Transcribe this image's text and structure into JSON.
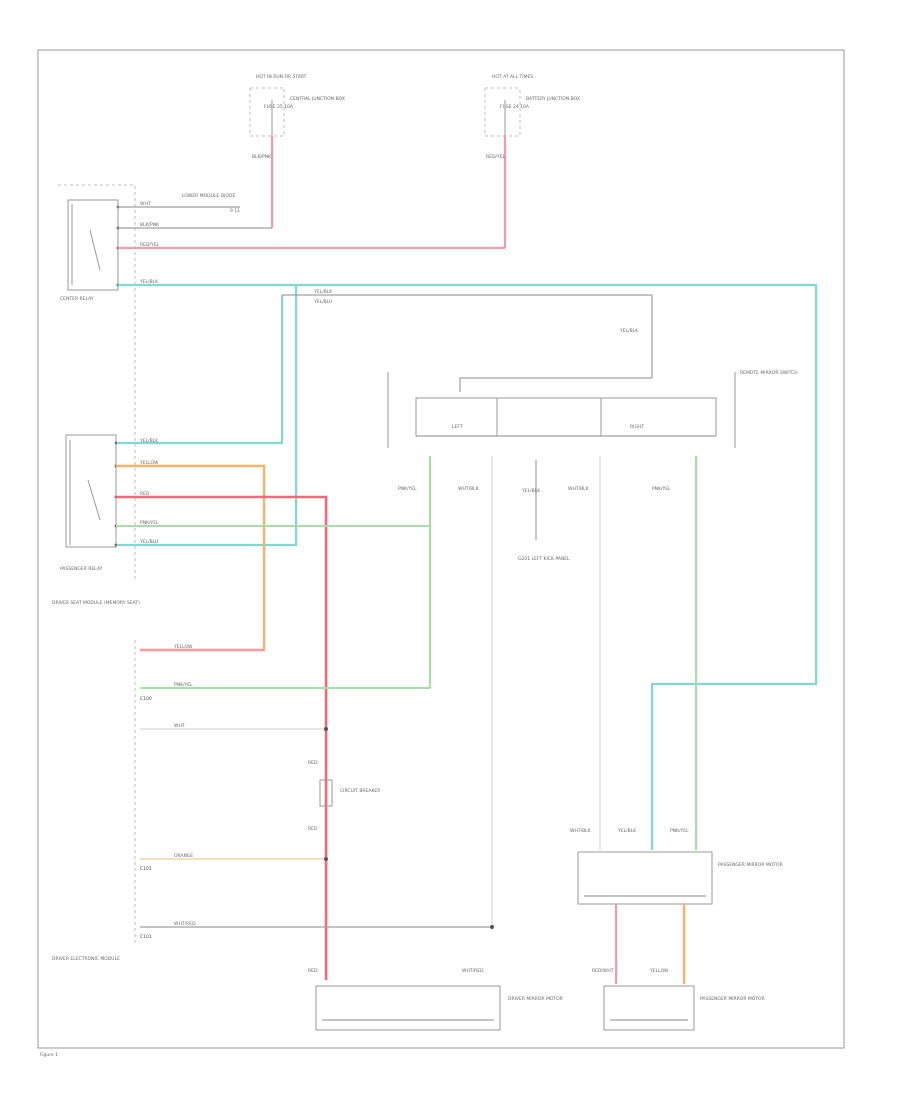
{
  "diagram": {
    "labels": {
      "fuse_left_hdr": "HOT IN RUN OR START",
      "fuse_left_name": "FUSE 25 10A",
      "fuse_left_desc": "CENTRAL JUNCTION BOX",
      "fuse_right_hdr": "HOT AT ALL TIMES",
      "fuse_right_name": "FUSE 24 10A",
      "fuse_right_desc": "BATTERY JUNCTION BOX",
      "wire_blk_pink": "BLK/PNK",
      "wire_red_yel": "RED/YEL",
      "diode": "LOWER MODULE DIODE",
      "diode_sub": "9 11",
      "relay1": "CENTER RELAY",
      "relay2": "PASSENGER RELAY",
      "mirror_switch": "REMOTE MIRROR SWITCH",
      "left": "LEFT",
      "right": "RIGHT",
      "ground_lbl": "G201 LEFT KICK PANEL",
      "module_main": "DRIVER SEAT MODULE (MEMORY SEAT)",
      "module_bottom": "DRIVER ELECTRONIC MODULE",
      "heater_fuse": "CIRCUIT BREAKER",
      "pass_connector": "PASSENGER MIRROR MOTOR",
      "driver_motor": "DRIVER MIRROR MOTOR",
      "pass_motor": "PASSENGER MIRROR MOTOR",
      "footer": "Figure 1"
    },
    "wires": {
      "yel_blk": "YEL/BLK",
      "yel_blk2": "YEL/BLK",
      "yel_blu": "YEL/BLU",
      "yellow": "YELLOW",
      "red": "RED",
      "pnk_yel": "PNK/YEL",
      "wht_blk": "WHT/BLK",
      "red_wht": "RED/WHT",
      "wht": "WHT",
      "orn": "ORANGE",
      "wht_red": "WHT/RED"
    },
    "pins": {
      "c100": "C100",
      "c101": "C101"
    }
  }
}
